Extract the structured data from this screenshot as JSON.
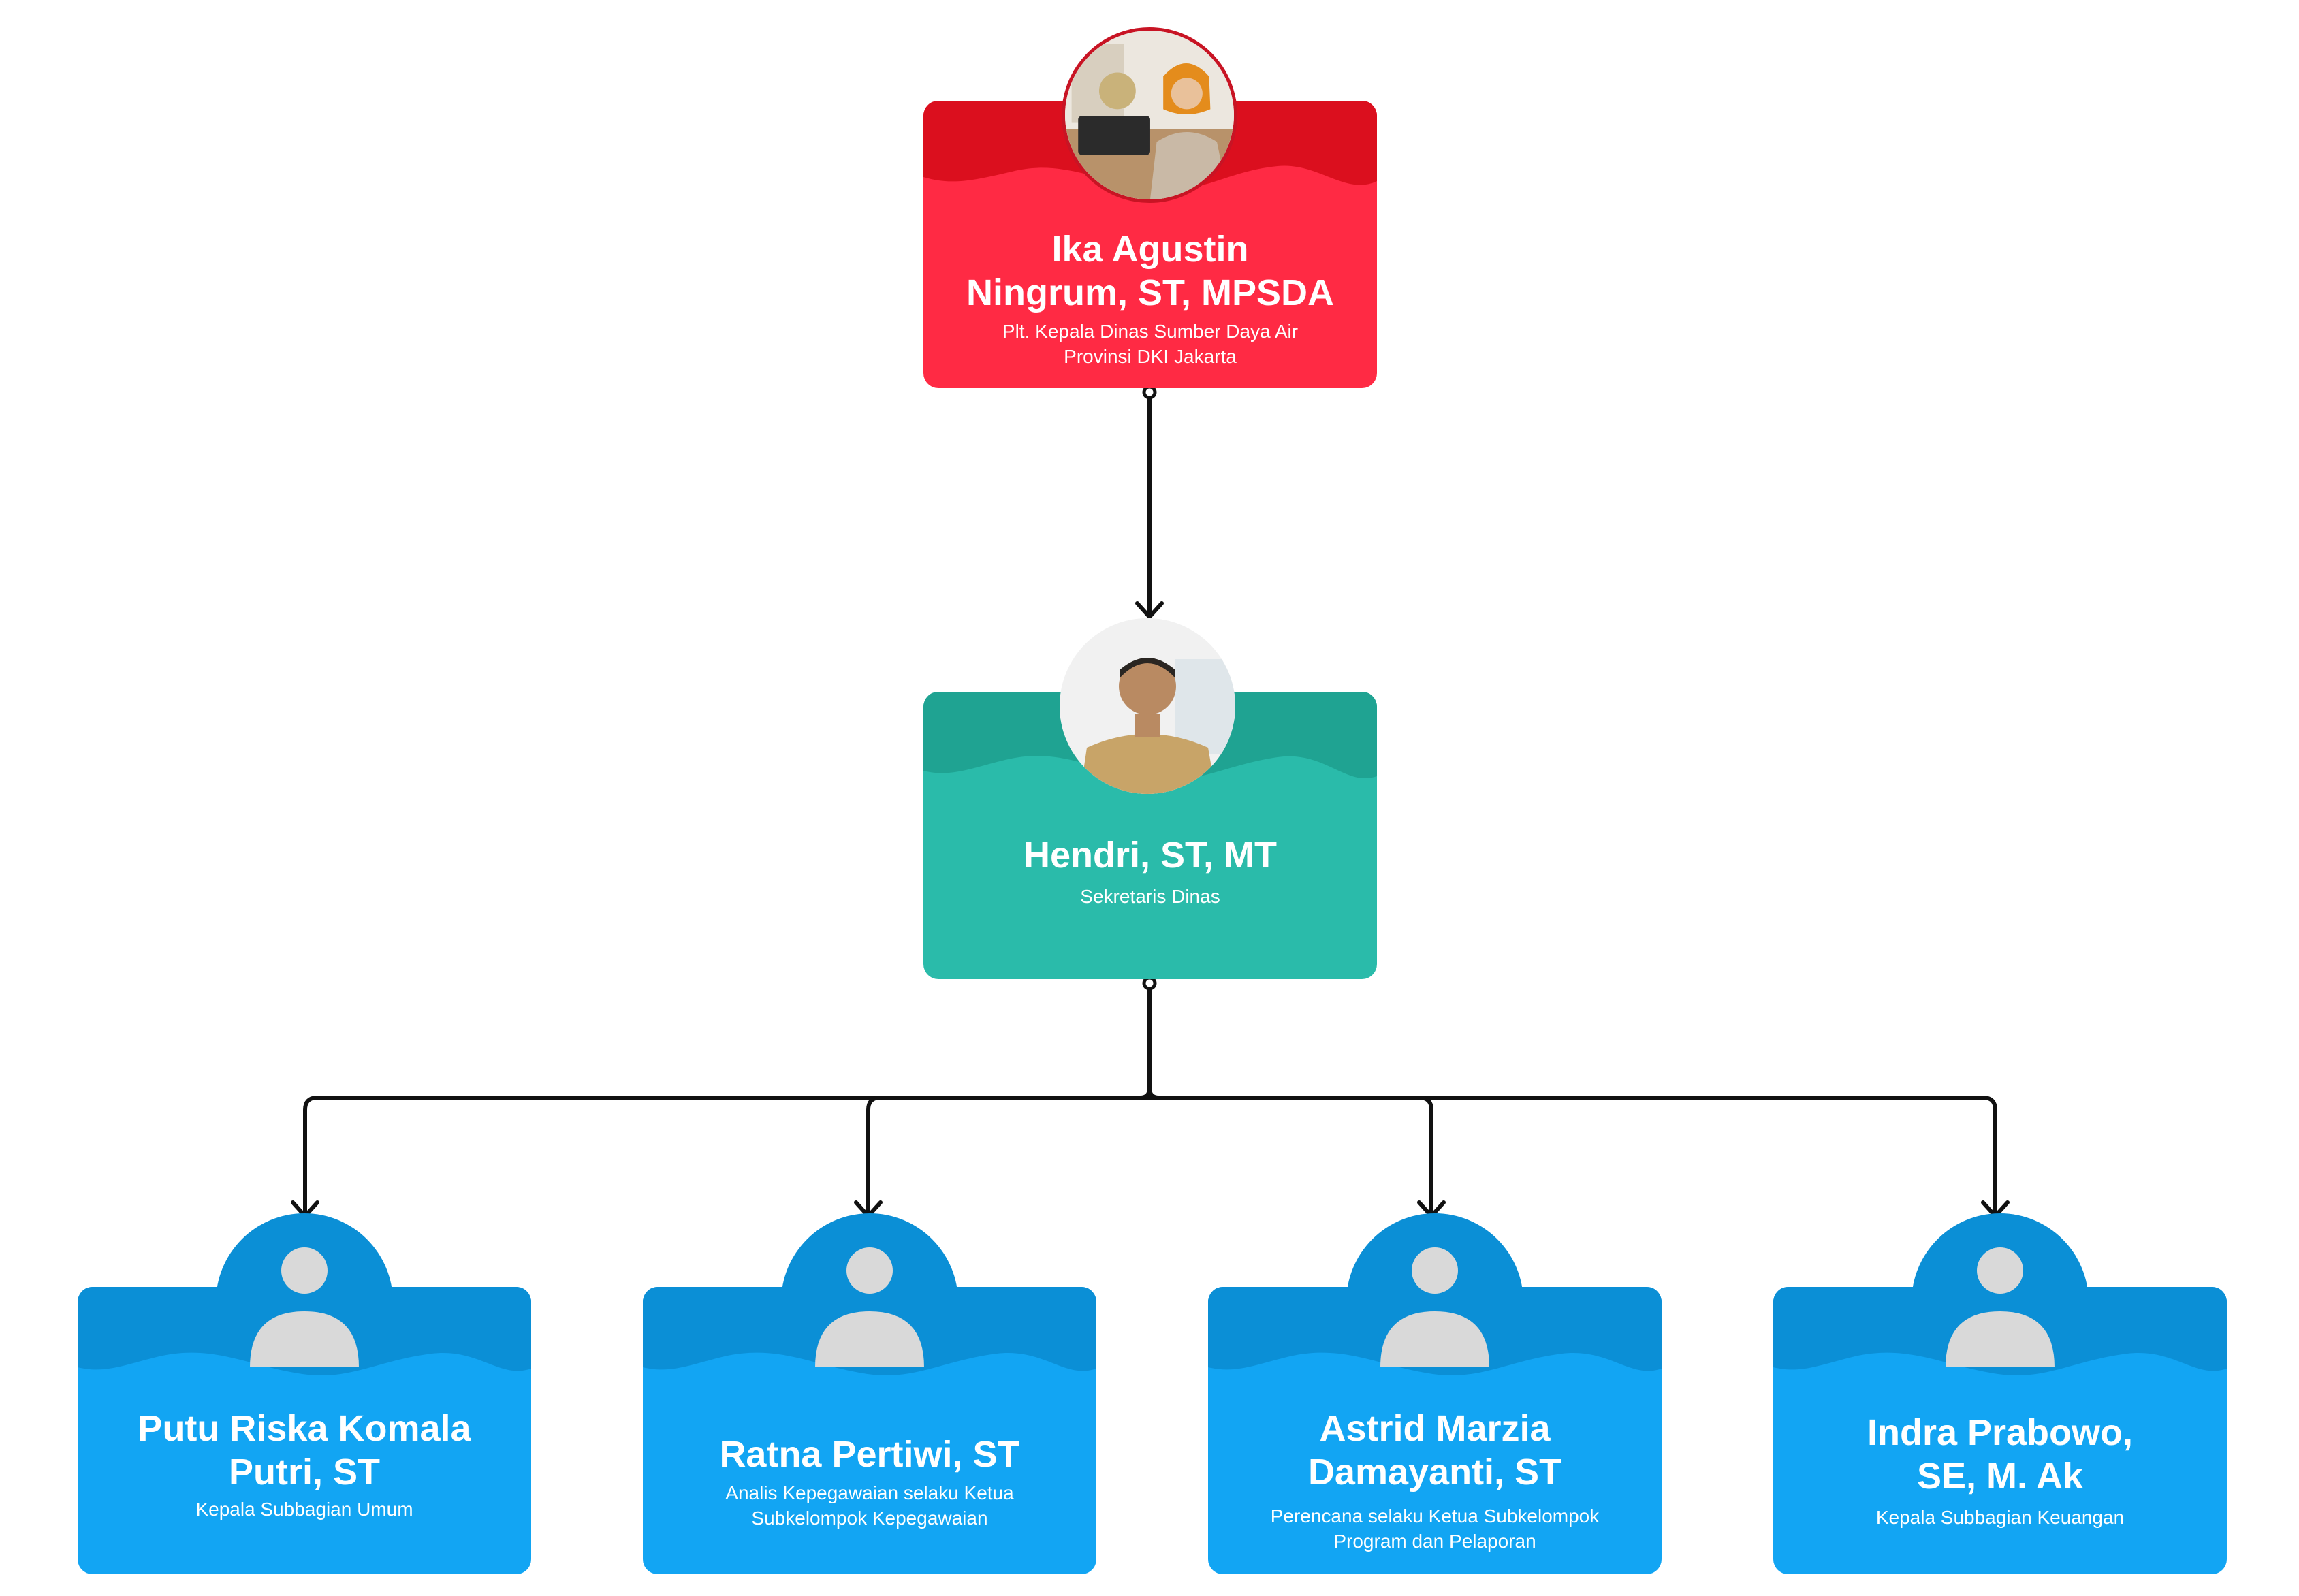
{
  "colors": {
    "head": "#ff2a44",
    "head_dark": "#db0f1e",
    "secretary": "#2abbaa",
    "secretary_dark": "#1fa392",
    "staff": "#12a5f3",
    "staff_dark": "#0b8fd6",
    "connector": "#111111",
    "person_placeholder": "#d9d9d9"
  },
  "head": {
    "name_line1": "Ika Agustin",
    "name_line2": "Ningrum, ST, MPSDA",
    "role_line1": "Plt. Kepala Dinas Sumber Daya Air",
    "role_line2": "Provinsi DKI Jakarta",
    "photo_icon": "person-photo"
  },
  "secretary": {
    "name_line1": "Hendri, ST, MT",
    "role_line1": "Sekretaris Dinas",
    "photo_icon": "person-photo"
  },
  "staff": [
    {
      "name_line1": "Putu Riska Komala",
      "name_line2": "Putri, ST",
      "role_line1": "Kepala Subbagian Umum",
      "role_line2": "",
      "icon": "user-placeholder-icon"
    },
    {
      "name_line1": "Ratna Pertiwi, ST",
      "name_line2": "",
      "role_line1": "Analis Kepegawaian selaku Ketua",
      "role_line2": "Subkelompok Kepegawaian",
      "icon": "user-placeholder-icon"
    },
    {
      "name_line1": "Astrid Marzia",
      "name_line2": "Damayanti, ST",
      "role_line1": "Perencana selaku Ketua Subkelompok",
      "role_line2": "Program dan Pelaporan",
      "icon": "user-placeholder-icon"
    },
    {
      "name_line1": "Indra Prabowo,",
      "name_line2": "SE, M. Ak",
      "role_line1": "Kepala Subbagian Keuangan",
      "role_line2": "",
      "icon": "user-placeholder-icon"
    }
  ]
}
